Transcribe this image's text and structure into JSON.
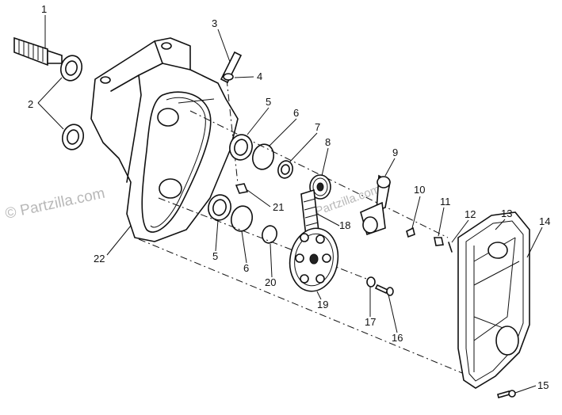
{
  "watermark": {
    "text": "© Partzilla.com",
    "secondary": "Partzilla.com"
  },
  "callouts": [
    {
      "id": "c1",
      "label": "1"
    },
    {
      "id": "c2",
      "label": "2"
    },
    {
      "id": "c3",
      "label": "3"
    },
    {
      "id": "c4",
      "label": "4"
    },
    {
      "id": "c5a",
      "label": "5"
    },
    {
      "id": "c5b",
      "label": "5"
    },
    {
      "id": "c6a",
      "label": "6"
    },
    {
      "id": "c6b",
      "label": "6"
    },
    {
      "id": "c7",
      "label": "7"
    },
    {
      "id": "c8",
      "label": "8"
    },
    {
      "id": "c9",
      "label": "9"
    },
    {
      "id": "c10",
      "label": "10"
    },
    {
      "id": "c11",
      "label": "11"
    },
    {
      "id": "c12",
      "label": "12"
    },
    {
      "id": "c13",
      "label": "13"
    },
    {
      "id": "c14",
      "label": "14"
    },
    {
      "id": "c15",
      "label": "15"
    },
    {
      "id": "c16",
      "label": "16"
    },
    {
      "id": "c17",
      "label": "17"
    },
    {
      "id": "c18",
      "label": "18"
    },
    {
      "id": "c19",
      "label": "19"
    },
    {
      "id": "c20",
      "label": "20"
    },
    {
      "id": "c21",
      "label": "21"
    },
    {
      "id": "c22",
      "label": "22"
    }
  ]
}
